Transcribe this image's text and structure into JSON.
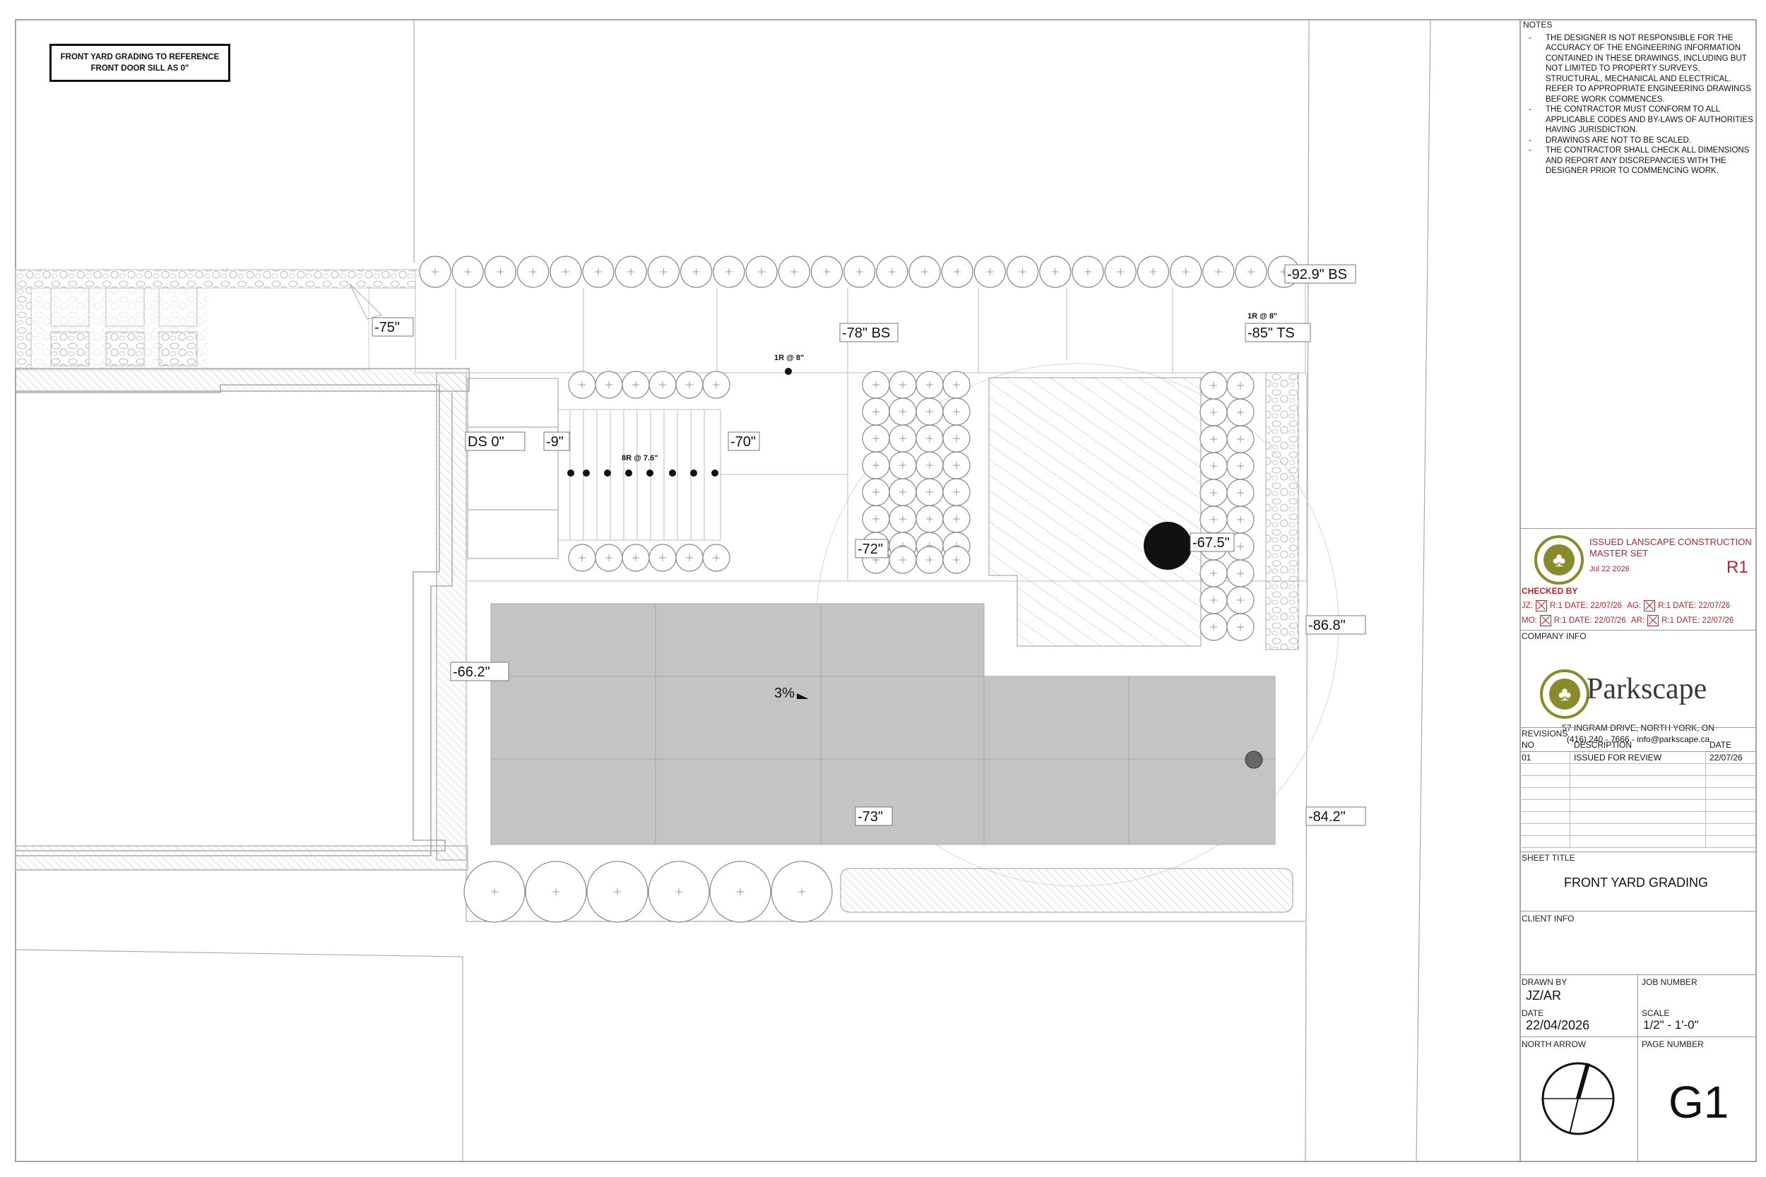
{
  "plan_note": {
    "line1": "FRONT YARD GRADING TO REFERENCE",
    "line2": "FRONT DOOR SILL AS 0\""
  },
  "grade_labels": [
    "-92.9\" BS",
    "-75\"",
    "-78\" BS",
    "-85\" TS",
    "DS 0\"",
    "-9\"",
    "-70\"",
    "-72\"",
    "-67.5\"",
    "-86.8\"",
    "-66.2\"",
    "-73\"",
    "-84.2\""
  ],
  "riser_labels": {
    "front_steps": "8R @ 7.6\"",
    "landing": "1R @ 8\"",
    "side": "1R @ 8\""
  },
  "slope_label": "3%",
  "notes": {
    "title": "NOTES",
    "items": [
      "THE DESIGNER IS NOT RESPONSIBLE FOR THE ACCURACY OF THE ENGINEERING INFORMATION CONTAINED IN THESE DRAWINGS, INCLUDING BUT NOT LIMITED TO PROPERTY SURVEYS, STRUCTURAL, MECHANICAL AND ELECTRICAL. REFER TO APPROPRIATE ENGINEERING DRAWINGS BEFORE WORK COMMENCES.",
      "THE CONTRACTOR MUST CONFORM TO ALL APPLICABLE CODES AND BY-LAWS OF AUTHORITIES HAVING JURISDICTION.",
      "DRAWINGS ARE NOT TO BE SCALED.",
      "THE CONTRACTOR SHALL CHECK ALL DIMENSIONS AND REPORT ANY DISCREPANCIES WITH THE DESIGNER PRIOR TO COMMENCING WORK."
    ]
  },
  "issue_stamp": {
    "title": "ISSUED LANSCAPE CONSTRUCTION",
    "subtitle": "MASTER SET",
    "date": "Jul 22 2026",
    "rev": "R1"
  },
  "checked_by": {
    "title": "CHECKED BY",
    "rows": [
      {
        "a": "JZ:",
        "a_text": "R:1 DATE: 22/07/26",
        "b": "AG:",
        "b_text": "R:1 DATE: 22/07/26"
      },
      {
        "a": "MO:",
        "a_text": "R:1 DATE: 22/07/26",
        "b": "AR:",
        "b_text": "R:1 DATE: 22/07/26"
      }
    ]
  },
  "company": {
    "title": "COMPANY INFO",
    "name": "Parkscape",
    "address": "57 INGRAM DRIVE, NORTH YORK, ON",
    "contact": "(416) 240 - 7666  -  info@parkscape.ca"
  },
  "revisions": {
    "title": "REVISIONS",
    "headers": [
      "NO",
      "DESCRIPTION",
      "DATE"
    ],
    "rows": [
      [
        "01",
        "ISSUED FOR REVIEW",
        "22/07/26"
      ]
    ]
  },
  "sheet": {
    "title_label": "SHEET TITLE",
    "title": "FRONT YARD GRADING",
    "client_label": "CLIENT INFO",
    "drawn_by_label": "DRAWN BY",
    "drawn_by": "JZ/AR",
    "job_label": "JOB NUMBER",
    "date_label": "DATE",
    "date": "22/04/2026",
    "scale_label": "SCALE",
    "scale": "1/2\" - 1'-0\"",
    "north_label": "NORTH ARROW",
    "page_label": "PAGE NUMBER",
    "page": "G1"
  },
  "colors": {
    "paving": "#c4c4c4",
    "accent_red": "#b3262c",
    "brand_olive": "#8b8a2a"
  }
}
